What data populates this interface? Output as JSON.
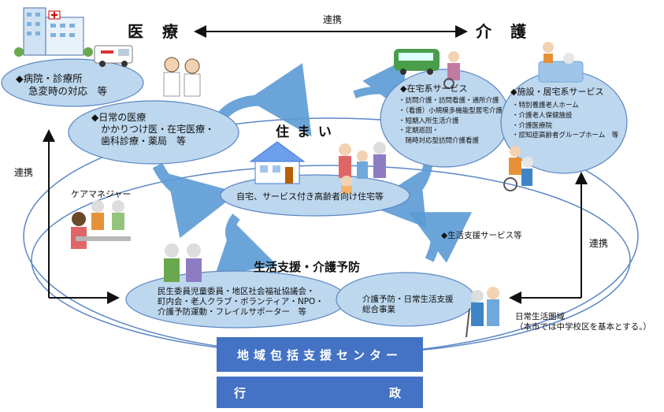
{
  "top_link_label": "連携",
  "side_link_left_label": "連携",
  "side_link_right_label": "連携",
  "medical": {
    "title": "医　療",
    "hospital_label_line1": "◆病院・診療所",
    "hospital_label_line2": "急変時の対応　等",
    "daily_label_line1": "◆日常の医療",
    "daily_label_line2": "かかりつけ医・在宅医療・",
    "daily_label_line3": "歯科診療・薬局　等"
  },
  "care": {
    "title": "介　護",
    "home_services_title": "◆在宅系サービス",
    "home_services_items": [
      "・訪問介護・訪問看護・通所介護",
      "・（看護）小規模多機能型居宅介護",
      "・短期入所生活介護",
      "・定期巡回・",
      "　随時対応型訪問介護看護"
    ],
    "facility_title": "◆施設・居宅系サービス",
    "facility_items": [
      "・特別養護老人ホーム",
      "・介護老人保健施設",
      "・介護医療院",
      "・認知症高齢者グループホーム　等"
    ]
  },
  "housing": {
    "title": "住 ま い",
    "label": "自宅、サービス付き高齢者向け住宅等"
  },
  "care_manager_label": "ケアマネジャー",
  "living_support_service_label": "◆生活支援サービス等",
  "prevention": {
    "title": "生活支援・介護予防",
    "community_line1": "民生委員児童委員・地区社会福祉協議会・",
    "community_line2": "町内会・老人クラブ・ボランティア・NPO・",
    "community_line3": "介護予防運動・フレイルサポーター　等",
    "program_line1": "介護予防・日常生活支援",
    "program_line2": "総合事業"
  },
  "daily_life_area": {
    "line1": "日常生活圏域",
    "line2": "（本市では中学校区を基本とする。）"
  },
  "center_bar_label": "地域包括支援センター",
  "admin_bar_left": "行",
  "admin_bar_right": "政",
  "colors": {
    "ellipse_fill": "#bdd7ee",
    "ellipse_stroke": "#5b87c5",
    "arrow_blue": "#5b9bd5",
    "bar_blue": "#4472c4"
  }
}
